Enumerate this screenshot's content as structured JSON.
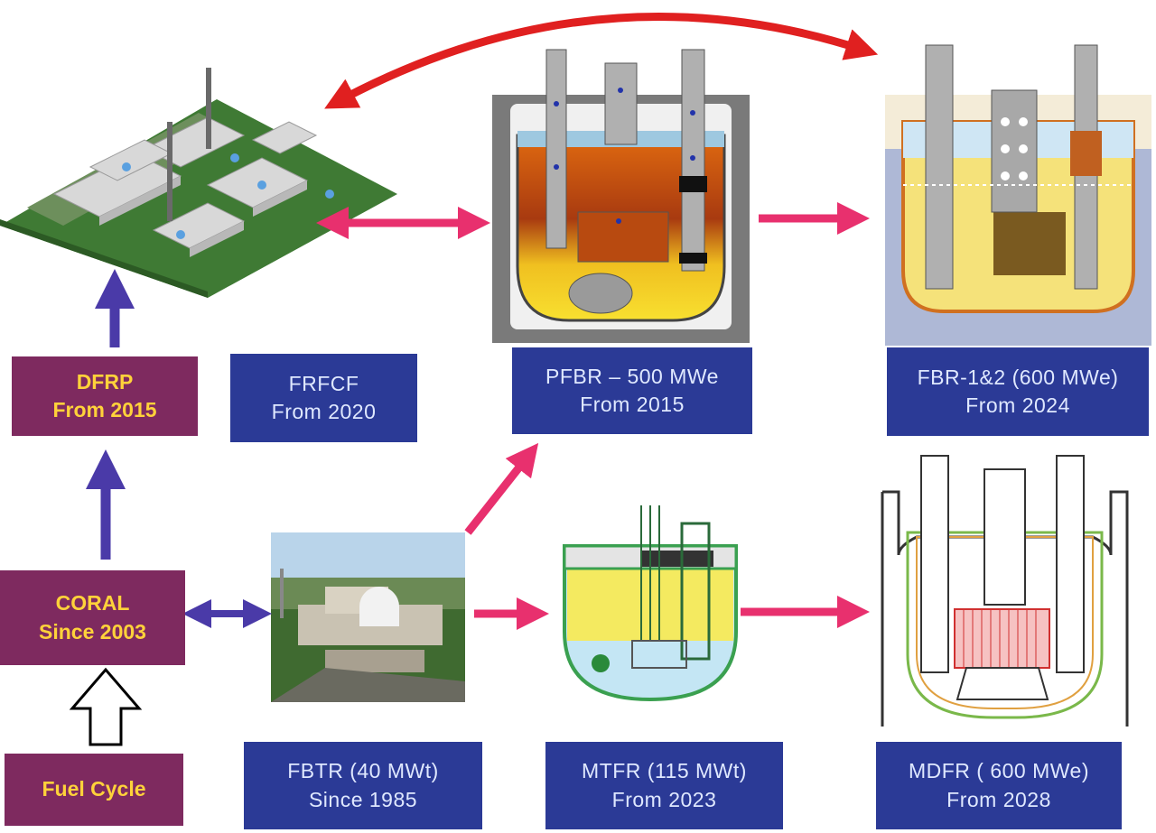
{
  "nodes": {
    "dfrp": {
      "line1": "DFRP",
      "line2": "From 2015"
    },
    "frfcf": {
      "line1": "FRFCF",
      "line2": "From 2020"
    },
    "pfbr": {
      "line1": "PFBR – 500 MWe",
      "line2": "From 2015"
    },
    "fbr12": {
      "line1": "FBR-1&2 (600 MWe)",
      "line2": "From  2024"
    },
    "coral": {
      "line1": "CORAL",
      "line2": "Since 2003"
    },
    "fuel_cycle": {
      "line1": "Fuel Cycle"
    },
    "fbtr": {
      "line1": "FBTR (40 MWt)",
      "line2": "Since  1985"
    },
    "mtfr": {
      "line1": "MTFR (115 MWt)",
      "line2": "From 2023"
    },
    "mdfr": {
      "line1": "MDFR ( 600 MWe)",
      "line2": "From 2028"
    }
  },
  "colors": {
    "blue_box": "#2b3a96",
    "blue_text": "#dfe8ff",
    "maroon_box": "#7e2a5f",
    "maroon_text": "#ffd23a",
    "pink_arrow": "#e8306e",
    "red_arrow": "#e02020",
    "purple_arrow": "#4a3aa8"
  },
  "images": {
    "dfrp": "fuel-reprocessing-plant-render",
    "pfbr": "pfbr-reactor-cutaway",
    "fbr12": "fbr-reactor-cutaway",
    "fbtr": "fbtr-site-photo",
    "mtfr": "mtfr-reactor-schematic",
    "mdfr": "mdfr-reactor-schematic"
  }
}
